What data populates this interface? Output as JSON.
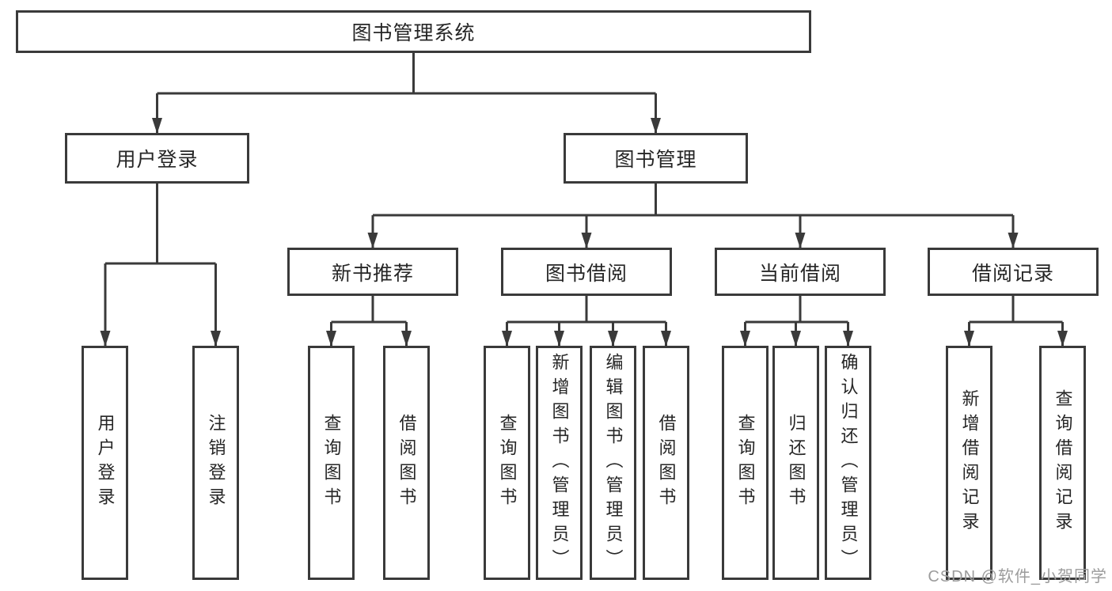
{
  "diagram": {
    "root": {
      "label": "图书管理系统"
    },
    "branches": [
      {
        "label": "用户登录",
        "children": [
          {
            "label": "用户登录"
          },
          {
            "label": "注销登录"
          }
        ]
      },
      {
        "label": "图书管理",
        "children": [
          {
            "label": "新书推荐",
            "children": [
              {
                "label": "查询图书"
              },
              {
                "label": "借阅图书"
              }
            ]
          },
          {
            "label": "图书借阅",
            "children": [
              {
                "label": "查询图书"
              },
              {
                "label": "新增图书（管理员）"
              },
              {
                "label": "编辑图书（管理员）"
              },
              {
                "label": "借阅图书"
              }
            ]
          },
          {
            "label": "当前借阅",
            "children": [
              {
                "label": "查询图书"
              },
              {
                "label": "归还图书"
              },
              {
                "label": "确认归还（管理员）"
              }
            ]
          },
          {
            "label": "借阅记录",
            "children": [
              {
                "label": "新增借阅记录"
              },
              {
                "label": "查询借阅记录"
              }
            ]
          }
        ]
      }
    ]
  },
  "watermark": "CSDN @软件_小贺同学",
  "colors": {
    "line": "#3a3a3a",
    "text": "#262626",
    "watermark": "#9c9c9c",
    "background": "#ffffff"
  }
}
